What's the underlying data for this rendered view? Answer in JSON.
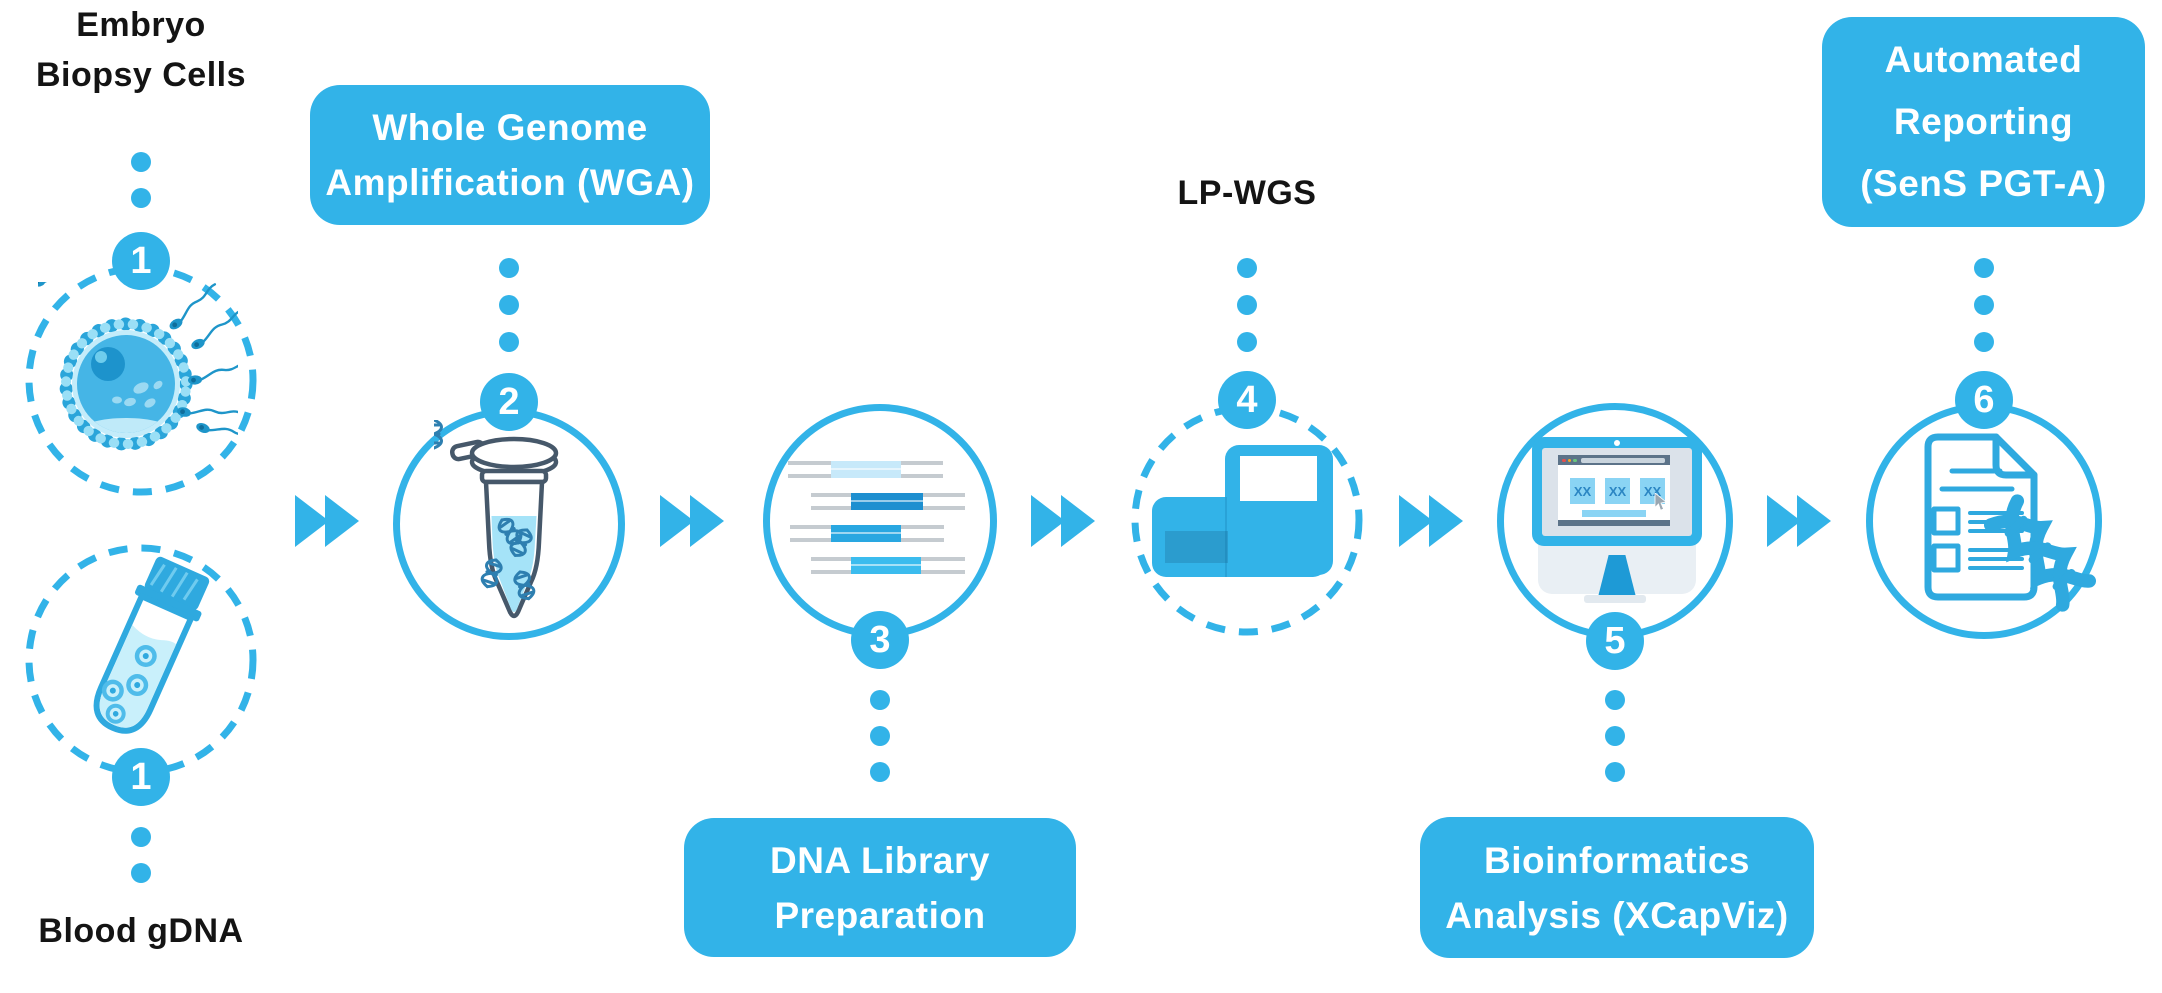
{
  "colors": {
    "accent": "#32B3E8",
    "accent_dark": "#1E8FD0",
    "pale_fill": "#C9F0FB",
    "fragment_gray": "#C5CBD0",
    "browser_slate": "#5C7389",
    "text": "#141414",
    "background": "#FFFFFF"
  },
  "sources": {
    "embryo": {
      "label_line1": "Embryo",
      "label_line2": "Biopsy Cells",
      "badge": "1"
    },
    "blood": {
      "label": "Blood gDNA",
      "badge": "1"
    }
  },
  "steps": {
    "wga": {
      "badge": "2",
      "label_line1": "Whole Genome",
      "label_line2": "Amplification (WGA)"
    },
    "library_prep": {
      "badge": "3",
      "label_line1": "DNA Library",
      "label_line2": "Preparation"
    },
    "lp_wgs": {
      "badge": "4",
      "label": "LP-WGS"
    },
    "bioinformatics": {
      "badge": "5",
      "label_line1": "Bioinformatics",
      "label_line2": "Analysis (XCapViz)",
      "card_glyph": "XX"
    },
    "reporting": {
      "badge": "6",
      "label_line1": "Automated",
      "label_line2": "Reporting",
      "label_line3": "(SenS PGT-A)"
    }
  },
  "icons": {
    "embryo": "fertilized-egg-with-sperm",
    "blood": "blood-sample-tube",
    "wga": "pcr-tube-with-dna",
    "library_prep": "dna-fragments-with-adapters",
    "lp_wgs": "sequencer-instrument",
    "bioinformatics": "monitor-karyotype-analysis",
    "reporting": "report-document-with-dna",
    "connector": "fast-forward-arrow"
  }
}
